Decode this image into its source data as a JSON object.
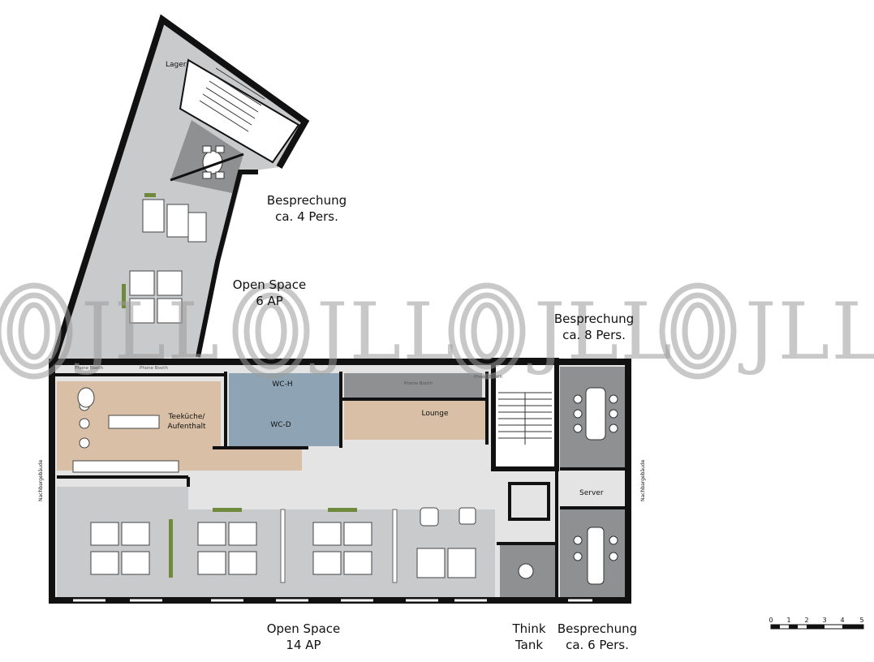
{
  "labels": {
    "besprechung4": [
      "Besprechung",
      "ca. 4 Pers."
    ],
    "openspace6": [
      "Open Space",
      "6 AP"
    ],
    "besprechung8": [
      "Besprechung",
      "ca. 8 Pers."
    ],
    "openspace14": [
      "Open Space",
      "14 AP"
    ],
    "thinktank": [
      "Think",
      "Tank"
    ],
    "besprechung6": [
      "Besprechung",
      "ca. 6 Pers."
    ],
    "lager": "Lager",
    "teekueche": [
      "Teeküche/",
      "Aufenthalt"
    ],
    "wch": "WC-H",
    "wcd": "WC-D",
    "lounge": "Lounge",
    "server": "Server",
    "nachbar_left": "Nachbargebäude",
    "nachbar_right": "Nachbargebäude"
  },
  "small_labels": {
    "phone_booth_1": "Phone Booth",
    "phone_booth_2": "Phone Booth",
    "phone_booth_3": "Phone Booth",
    "phone_booth_4": "Phone Booth"
  },
  "watermark": "JLL",
  "scale_bar": {
    "ticks": [
      "0",
      "1",
      "2",
      "3",
      "4",
      "5"
    ]
  },
  "colors": {
    "wall": "#111111",
    "floor_grey": "#c9cacc",
    "floor_light": "#e4e4e4",
    "floor_dark": "#8f9092",
    "wc_blue": "#8ea4b4",
    "wood": "#d8bfa6",
    "plant": "#6f8a3c"
  }
}
